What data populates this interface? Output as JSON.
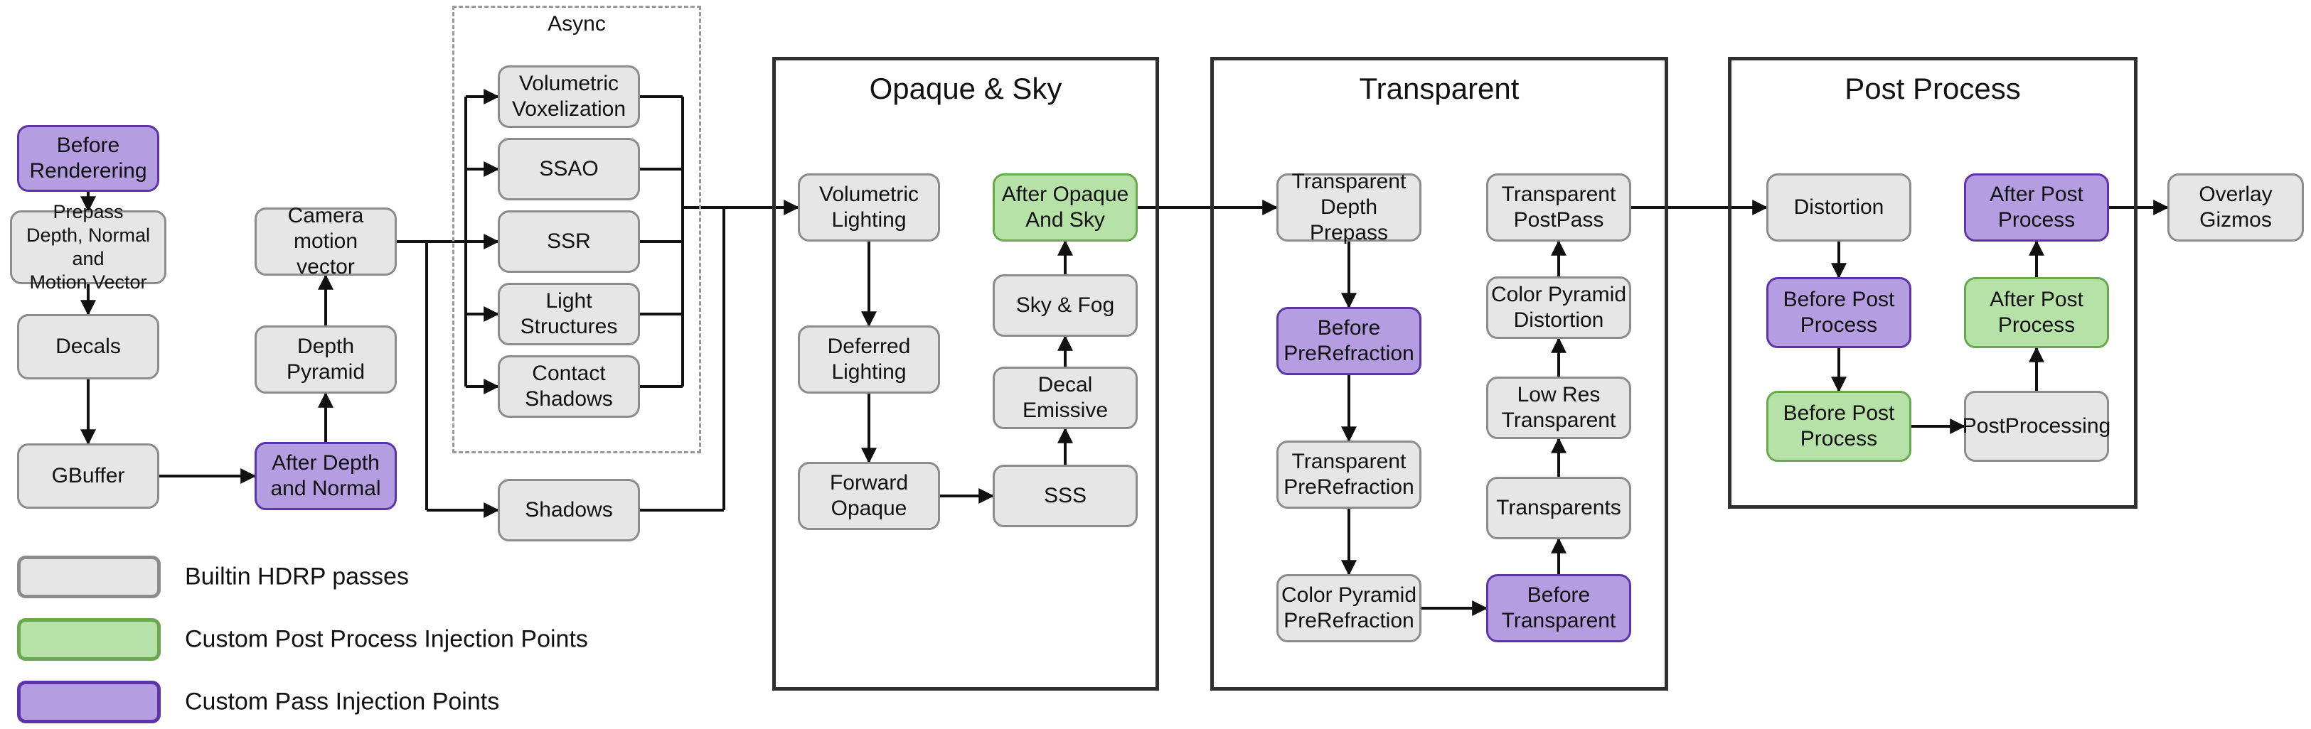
{
  "sections": {
    "async": {
      "title": "Async"
    },
    "opaque_sky": {
      "title": "Opaque & Sky"
    },
    "transparent": {
      "title": "Transparent"
    },
    "post_process": {
      "title": "Post Process"
    }
  },
  "nodes": {
    "before_rendering": "Before\nRenderering",
    "prepass": "Prepass\nDepth, Normal and\nMotion Vector",
    "decals": "Decals",
    "gbuffer": "GBuffer",
    "camera_motion_vector": "Camera motion\nvector",
    "depth_pyramid": "Depth Pyramid",
    "after_depth_and_normal": "After Depth\nand Normal",
    "volumetric_voxelization": "Volumetric\nVoxelization",
    "ssao": "SSAO",
    "ssr": "SSR",
    "light_structures": "Light\nStructures",
    "contact_shadows": "Contact\nShadows",
    "shadows": "Shadows",
    "volumetric_lighting": "Volumetric\nLighting",
    "deferred_lighting": "Deferred\nLighting",
    "forward_opaque": "Forward\nOpaque",
    "sss": "SSS",
    "decal_emissive": "Decal Emissive",
    "sky_fog": "Sky & Fog",
    "after_opaque_and_sky": "After Opaque\nAnd Sky",
    "transparent_depth_prepass": "Transparent\nDepth Prepass",
    "before_prerefraction": "Before\nPreRefraction",
    "transparent_prerefraction": "Transparent\nPreRefraction",
    "color_pyramid_prerefraction": "Color Pyramid\nPreRefraction",
    "transparent_postpass": "Transparent\nPostPass",
    "color_pyramid_distortion": "Color Pyramid\nDistortion",
    "low_res_transparent": "Low Res\nTransparent",
    "transparents": "Transparents",
    "before_transparent": "Before\nTransparent",
    "distortion": "Distortion",
    "before_post_process_custom_pass": "Before Post\nProcess",
    "before_post_process_custom_post": "Before Post\nProcess",
    "postprocessing": "PostProcessing",
    "after_post_process_custom_post": "After Post\nProcess",
    "after_post_process_custom_pass": "After Post\nProcess",
    "overlay_gizmos": "Overlay\nGizmos"
  },
  "legend": {
    "items": [
      {
        "id": "builtin",
        "label": "Builtin HDRP passes"
      },
      {
        "id": "custom_post",
        "label": "Custom Post Process Injection Points"
      },
      {
        "id": "custom_pass",
        "label": "Custom Pass Injection Points"
      }
    ]
  },
  "colors": {
    "builtin_fill": "#e6e6e6",
    "builtin_border": "#8c8c8c",
    "custom_post_fill": "#b6e2a8",
    "custom_post_border": "#6aa84f",
    "custom_pass_fill": "#b49de0",
    "custom_pass_border": "#5e35a8",
    "section_border": "#2f2f2f",
    "connector": "#111111",
    "background": "#ffffff"
  }
}
